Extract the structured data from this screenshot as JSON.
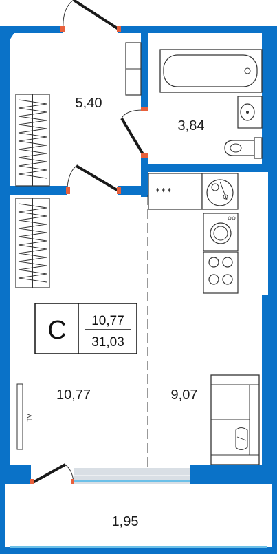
{
  "rooms": {
    "hallway_area": "5,40",
    "bathroom_area": "3,84",
    "living_area": "10,77",
    "kitchen_area": "9,07",
    "balcony_area": "1,95"
  },
  "apartment_badge": {
    "type_letter": "С",
    "living_area": "10,77",
    "total_area": "31,03"
  },
  "fixtures": {
    "tv_label": "TV",
    "stove_label": "***"
  },
  "colors": {
    "wall": "#0a72c8",
    "door_hinge": "#e8603c",
    "line": "#333333",
    "balcony_glass": "#d9dfe5"
  },
  "icons": [
    "bathtub-icon",
    "sink-icon",
    "toilet-icon",
    "radiator-icon",
    "kitchen-sink-icon",
    "washing-machine-icon",
    "stove-icon",
    "sofa-icon",
    "tv-icon",
    "door-icon"
  ]
}
